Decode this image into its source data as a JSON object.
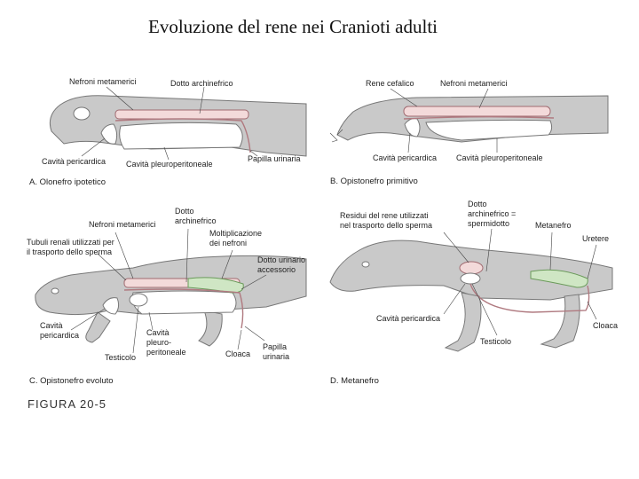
{
  "title": "Evoluzione del rene nei Cranioti adulti",
  "panels": {
    "a": {
      "caption": "A. Olonefro ipotetico",
      "labels": {
        "nefroni_metamerici": "Nefroni metamerici",
        "dotto_archinefrico": "Dotto archinefrico",
        "cavita_pericardica": "Cavità pericardica",
        "cavita_pleuroperitoneale": "Cavità pleuroperitoneale",
        "papilla_urinaria": "Papilla urinaria"
      }
    },
    "b": {
      "caption": "B. Opistonefro primitivo",
      "labels": {
        "rene_cefalico": "Rene cefalico",
        "nefroni_metamerici": "Nefroni metamerici",
        "cavita_pericardica": "Cavità pericardica",
        "cavita_pleuroperitoneale": "Cavità pleuroperitoneale"
      }
    },
    "c": {
      "caption": "C. Opistonefro evoluto",
      "labels": {
        "nefroni_metamerici": "Nefroni metamerici",
        "dotto_archinefrico_1": "Dotto",
        "dotto_archinefrico_2": "archinefrico",
        "moltiplicazione_1": "Moltiplicazione",
        "moltiplicazione_2": "dei nefroni",
        "tubuli_1": "Tubuli renali utilizzati per",
        "tubuli_2": "il trasporto dello sperma",
        "dotto_accessorio_1": "Dotto urinario",
        "dotto_accessorio_2": "accessorio",
        "cavita_1": "Cavità",
        "cavita_2": "pericardica",
        "cavita_pleuro_1": "Cavità",
        "cavita_pleuro_2": "pleuro-",
        "cavita_pleuro_3": "peritoneale",
        "testicolo": "Testicolo",
        "cloaca": "Cloaca",
        "papilla_1": "Papilla",
        "papilla_2": "urinaria"
      }
    },
    "d": {
      "caption": "D. Metanefro",
      "labels": {
        "residui_1": "Residui del rene utilizzati",
        "residui_2": "nel trasporto dello sperma",
        "dotto_1": "Dotto",
        "dotto_2": "archinefrico =",
        "dotto_3": "spermidotto",
        "metanefro": "Metanefro",
        "uretere": "Uretere",
        "cavita_pericardica": "Cavità pericardica",
        "testicolo": "Testicolo",
        "cloaca": "Cloaca"
      }
    }
  },
  "figure_label": "FIGURA 20-5"
}
